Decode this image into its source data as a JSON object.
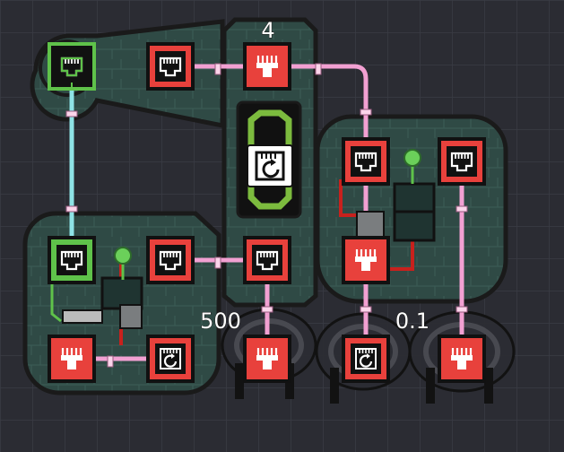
{
  "labels": {
    "top_counter": "4",
    "value_left": "500",
    "value_right": "0.1"
  },
  "colors": {
    "background": "#2b2c33",
    "grid": "#3a3b44",
    "hull_fill": "#2f4a45",
    "hull_stroke": "#1a1a1a",
    "port_red": "#e8413c",
    "port_green": "#5fc24a",
    "wire_pink": "#f2a0d2",
    "wire_cyan": "#8ee3e6",
    "wire_red": "#c8211d",
    "wire_green": "#5fc24a"
  },
  "icons": {
    "port": "ethernet-port-icon",
    "plug": "plug-icon",
    "refresh": "refresh-port-icon",
    "screen": "display-screen-icon"
  }
}
